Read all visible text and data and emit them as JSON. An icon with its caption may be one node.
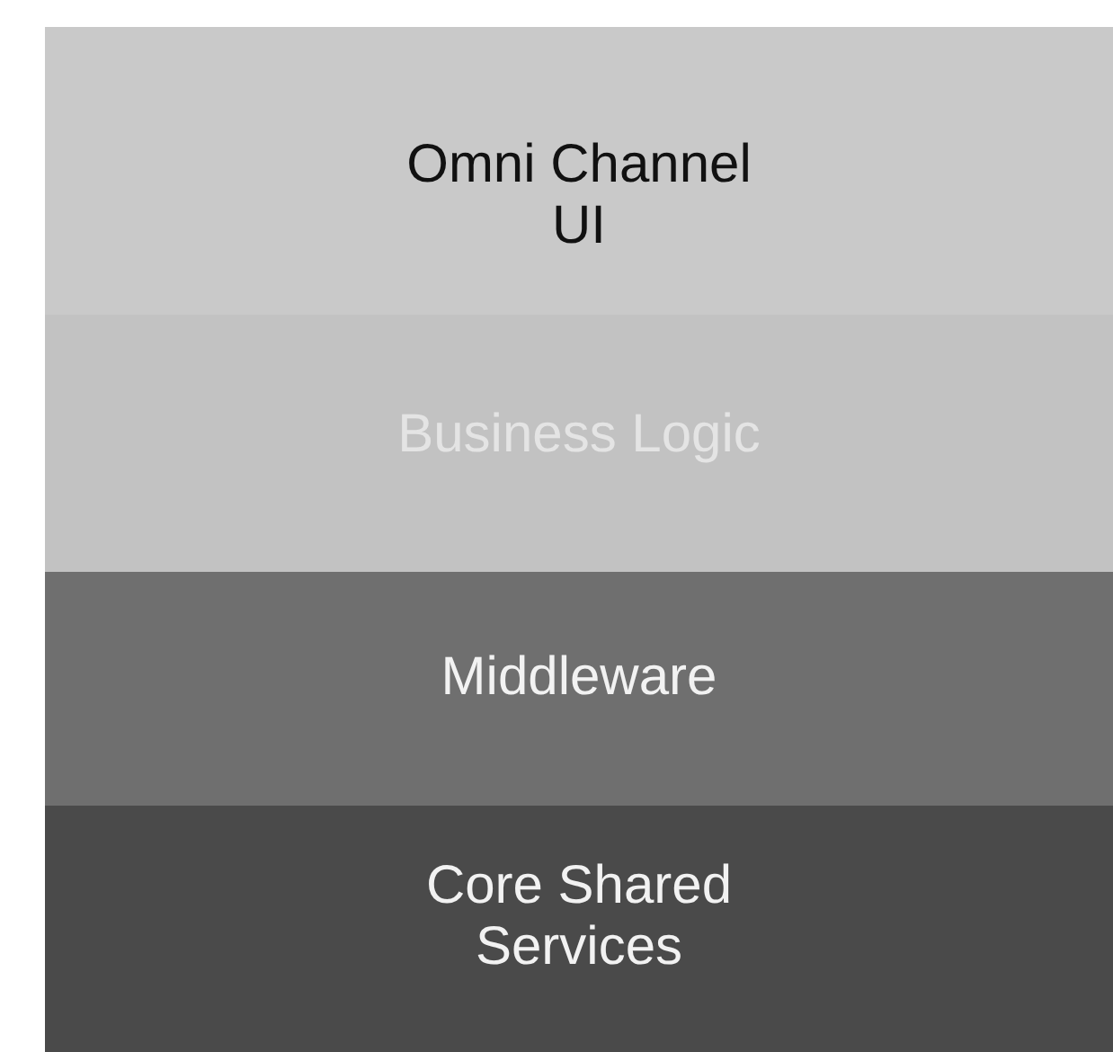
{
  "diagram": {
    "nodes": [
      {
        "text": [
          "Omni Channel UI"
        ]
      },
      {
        "text": [
          "Business Logic"
        ]
      },
      {
        "text": [
          "Middleware"
        ]
      },
      {
        "text": [
          "Core Shared Services"
        ]
      }
    ]
  }
}
